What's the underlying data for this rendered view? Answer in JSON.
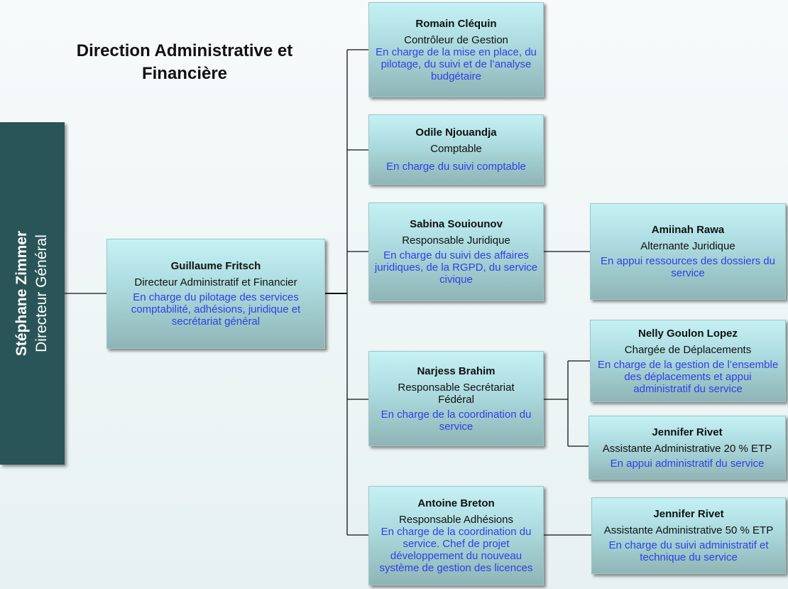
{
  "title": "Direction Administrative et Financière",
  "director_general": {
    "name": "Stéphane Zimmer",
    "role": "Directeur Général"
  },
  "daf": {
    "name": "Guillaume Fritsch",
    "role": "Directeur Administratif et Financier",
    "desc": "En charge du pilotage des services comptabilité, adhésions, juridique et secrétariat général"
  },
  "boxes": [
    {
      "name": "Romain Cléquin",
      "role": "Contrôleur de Gestion",
      "desc": "En charge de la mise en place, du pilotage, du suivi et de l’analyse budgétaire"
    },
    {
      "name": "Odile Njouandja",
      "role": "Comptable",
      "desc": "En charge du suivi comptable"
    },
    {
      "name": "Sabina Souiounov",
      "role": "Responsable Juridique",
      "desc": "En charge du suivi des affaires juridiques, de la RGPD, du service civique"
    },
    {
      "name": "Narjess Brahim",
      "role": "Responsable Secrétariat Fédéral",
      "desc": "En charge de la coordination du service"
    },
    {
      "name": "Antoine Breton",
      "role": "Responsable Adhésions",
      "desc": "En charge de la coordination du service. Chef de projet développement du nouveau système de gestion des licences"
    },
    {
      "name": "Amiinah Rawa",
      "role": "Alternante Juridique",
      "desc": "En appui ressources des dossiers du service"
    },
    {
      "name": "Nelly Goulon Lopez",
      "role": "Chargée de Déplacements",
      "desc": "En charge de la gestion de l’ensemble des déplacements et appui administratif du service"
    },
    {
      "name": "Jennifer Rivet",
      "role": "Assistante Administrative 20 % ETP",
      "desc": "En appui administratif du service"
    },
    {
      "name": "Jennifer Rivet",
      "role": "Assistante Administrative 50 % ETP",
      "desc": "En charge du suivi administratif et technique du service"
    }
  ]
}
